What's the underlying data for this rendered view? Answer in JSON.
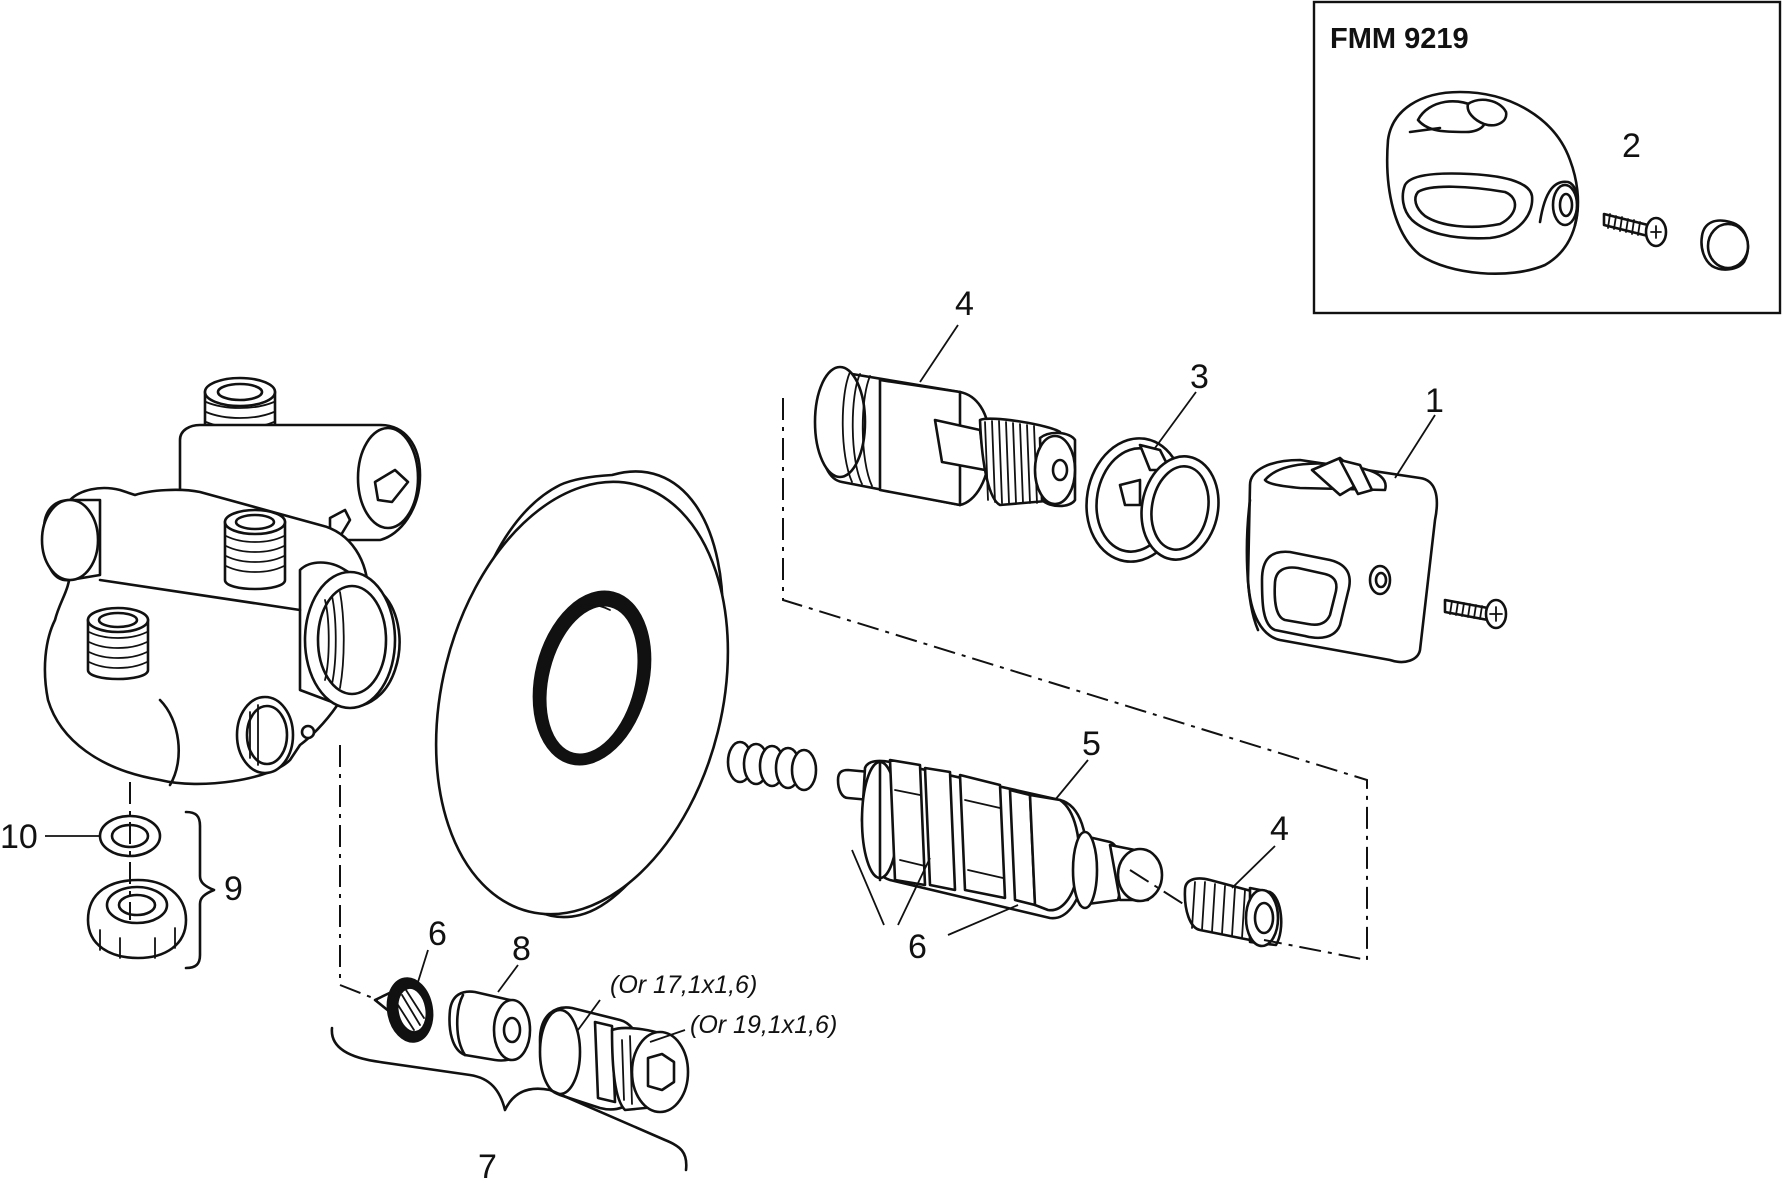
{
  "inset": {
    "model_code": "FMM 9219"
  },
  "labels": {
    "p1": "1",
    "p2": "2",
    "p3": "3",
    "p4_top": "4",
    "p4_bottom": "4",
    "p5": "5",
    "p6_filter": "6",
    "p6_orings": "6",
    "p7": "7",
    "p8": "8",
    "p9": "9",
    "p10": "10"
  },
  "notes": {
    "oring_a": "(Or 17,1x1,6)",
    "oring_b": "(Or 19,1x1,6)"
  }
}
